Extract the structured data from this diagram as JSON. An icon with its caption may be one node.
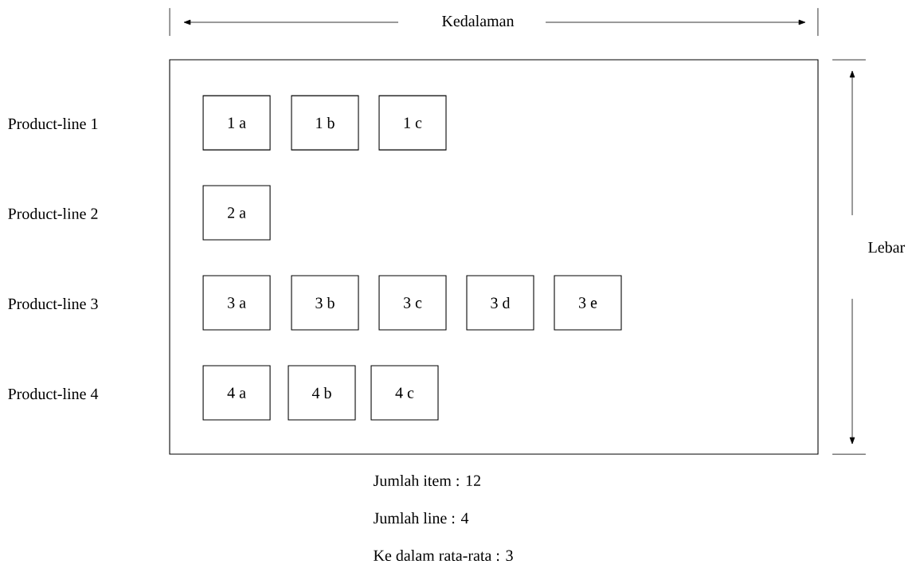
{
  "diagram": {
    "nodes": [
      {
        "text": [],
        "shape": "box"
      },
      {
        "text": [
          "1 a"
        ],
        "in": 0
      },
      {
        "text": [
          "1 b"
        ],
        "in": 0
      },
      {
        "text": [
          "1 c"
        ],
        "in": 0
      },
      {
        "text": [
          "2 a"
        ],
        "in": 0
      },
      {
        "text": [
          "3 a"
        ],
        "in": 0
      },
      {
        "text": [
          "3 b"
        ],
        "in": 0
      },
      {
        "text": [
          "3 c"
        ],
        "in": 0
      },
      {
        "text": [
          "3 d"
        ],
        "in": 0
      },
      {
        "text": [
          "3 e"
        ],
        "in": 0
      },
      {
        "text": [
          "4 a"
        ],
        "in": 0
      },
      {
        "text": [
          "4 b"
        ],
        "in": 0
      },
      {
        "text": [
          "4 c"
        ],
        "in": 0
      }
    ],
    "labels": [
      "Kedalaman",
      "Product-line 1",
      "Product-line 2",
      "Lebar",
      "Product-line 3",
      "Product-line 4",
      "Jumlah item : 12",
      "Jumlah line : 4",
      "Ke dalam rata-rata : 3"
    ]
  }
}
